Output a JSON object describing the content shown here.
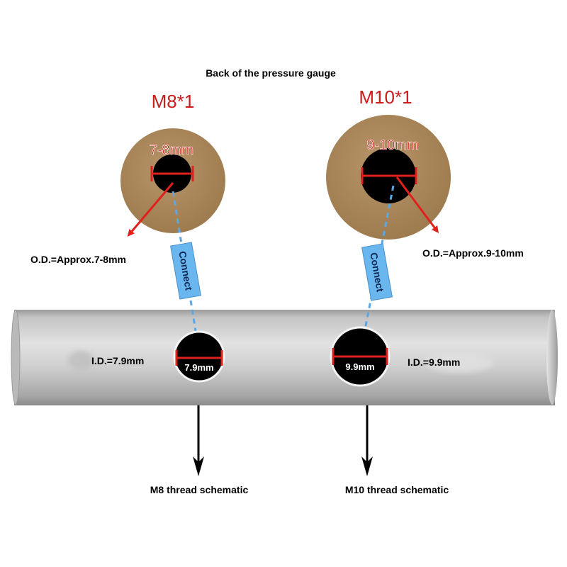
{
  "title": "Back of the pressure gauge",
  "m8": {
    "thread_label": "M8*1",
    "od_range_label": "7-8mm",
    "od_label": "O.D.=Approx.7-8mm",
    "connect_label": "Connect",
    "id_value_label": "7.9mm",
    "id_label": "I.D.=7.9mm",
    "schematic_label": "M8 thread schematic"
  },
  "m10": {
    "thread_label": "M10*1",
    "od_range_label": "9-10mm",
    "od_label": "O.D.=Approx.9-10mm",
    "connect_label": "Connect",
    "id_value_label": "9.9mm",
    "id_label": "I.D.=9.9mm",
    "schematic_label": "M10 thread schematic"
  },
  "colors": {
    "thread_label": "#cc1c1c",
    "fitting_face": "#a9875a",
    "od_arrow": "#e0201c",
    "connect_box": "#6ab6ee",
    "connect_dash": "#5aa7e6",
    "tube_light": "#dcdcdc",
    "tube_dark": "#7f7f7f",
    "hole": "#000000"
  }
}
